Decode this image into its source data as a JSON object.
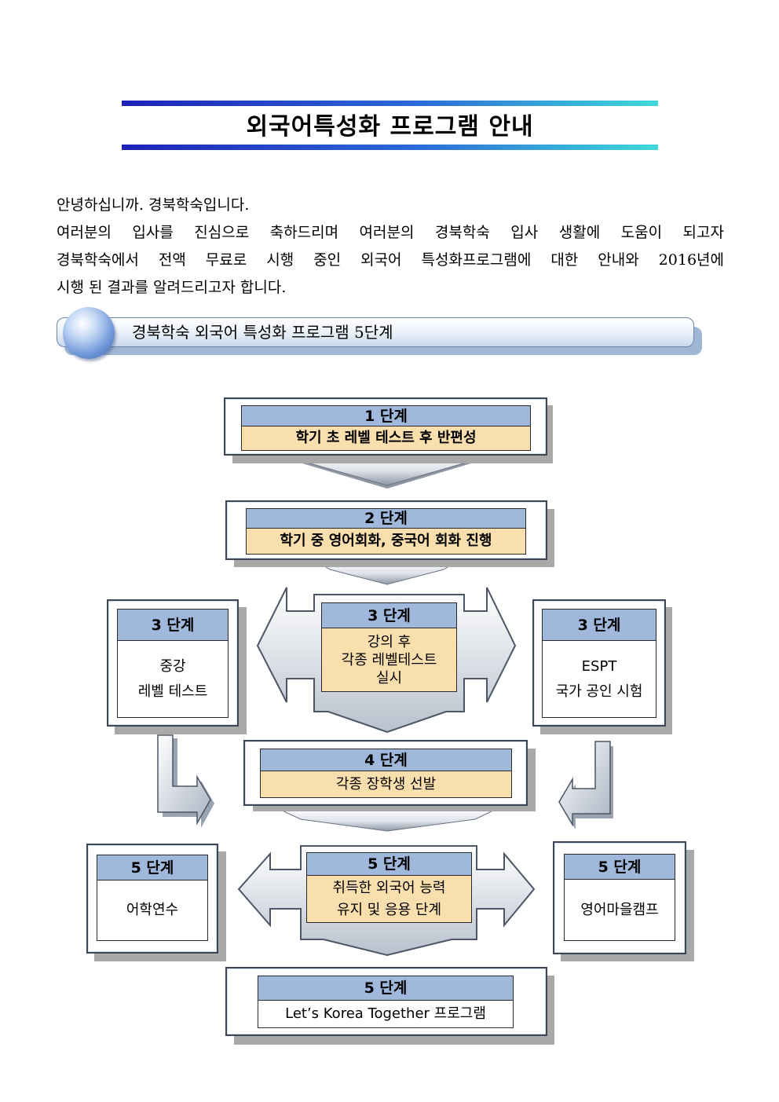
{
  "title": "외국어특성화 프로그램 안내",
  "intro": {
    "line1": "안녕하십니까. 경북학숙입니다.",
    "line2": "여러분의 입사를 진심으로 축하드리며 여러분의 경북학숙 입사 생활에 도움이 되고자",
    "line3": "경북학숙에서 전액 무료로 시행 중인 외국어 특성화프로그램에 대한 안내와 2016년에",
    "line4": "시행 된 결과를 알려드리고자 합니다."
  },
  "section_header": "경북학숙 외국어 특성화 프로그램 5단계",
  "steps": {
    "step1": {
      "stage": "1 단계",
      "desc": "학기 초 레벨 테스트 후 반편성"
    },
    "step2": {
      "stage": "2 단계",
      "desc": "학기 중 영어회화, 중국어 회화 진행"
    },
    "step3_left": {
      "stage": "3 단계",
      "desc_line1": "중강",
      "desc_line2": "레벨 테스트"
    },
    "step3_center": {
      "stage": "3 단계",
      "desc_line1": "강의 후",
      "desc_line2": "각종 레벨테스트",
      "desc_line3": "실시"
    },
    "step3_right": {
      "stage": "3 단계",
      "desc_line1": "ESPT",
      "desc_line2": "국가 공인 시험"
    },
    "step4": {
      "stage": "4 단계",
      "desc": "각종 장학생 선발"
    },
    "step5_left": {
      "stage": "5 단계",
      "desc": "어학연수"
    },
    "step5_center": {
      "stage": "5 단계",
      "desc_line1": "취득한 외국어 능력",
      "desc_line2": "유지 및 응용 단계"
    },
    "step5_right": {
      "stage": "5 단계",
      "desc": "영어마을캠프"
    },
    "step5_bottom": {
      "stage": "5 단계",
      "desc": "Let’s Korea Together 프로그램"
    }
  },
  "colors": {
    "stage_label": "#9fb8dc",
    "desc_label": "#f9dfae",
    "title_bar_start": "#1e22b8",
    "title_bar_end": "#3fd9d9"
  }
}
